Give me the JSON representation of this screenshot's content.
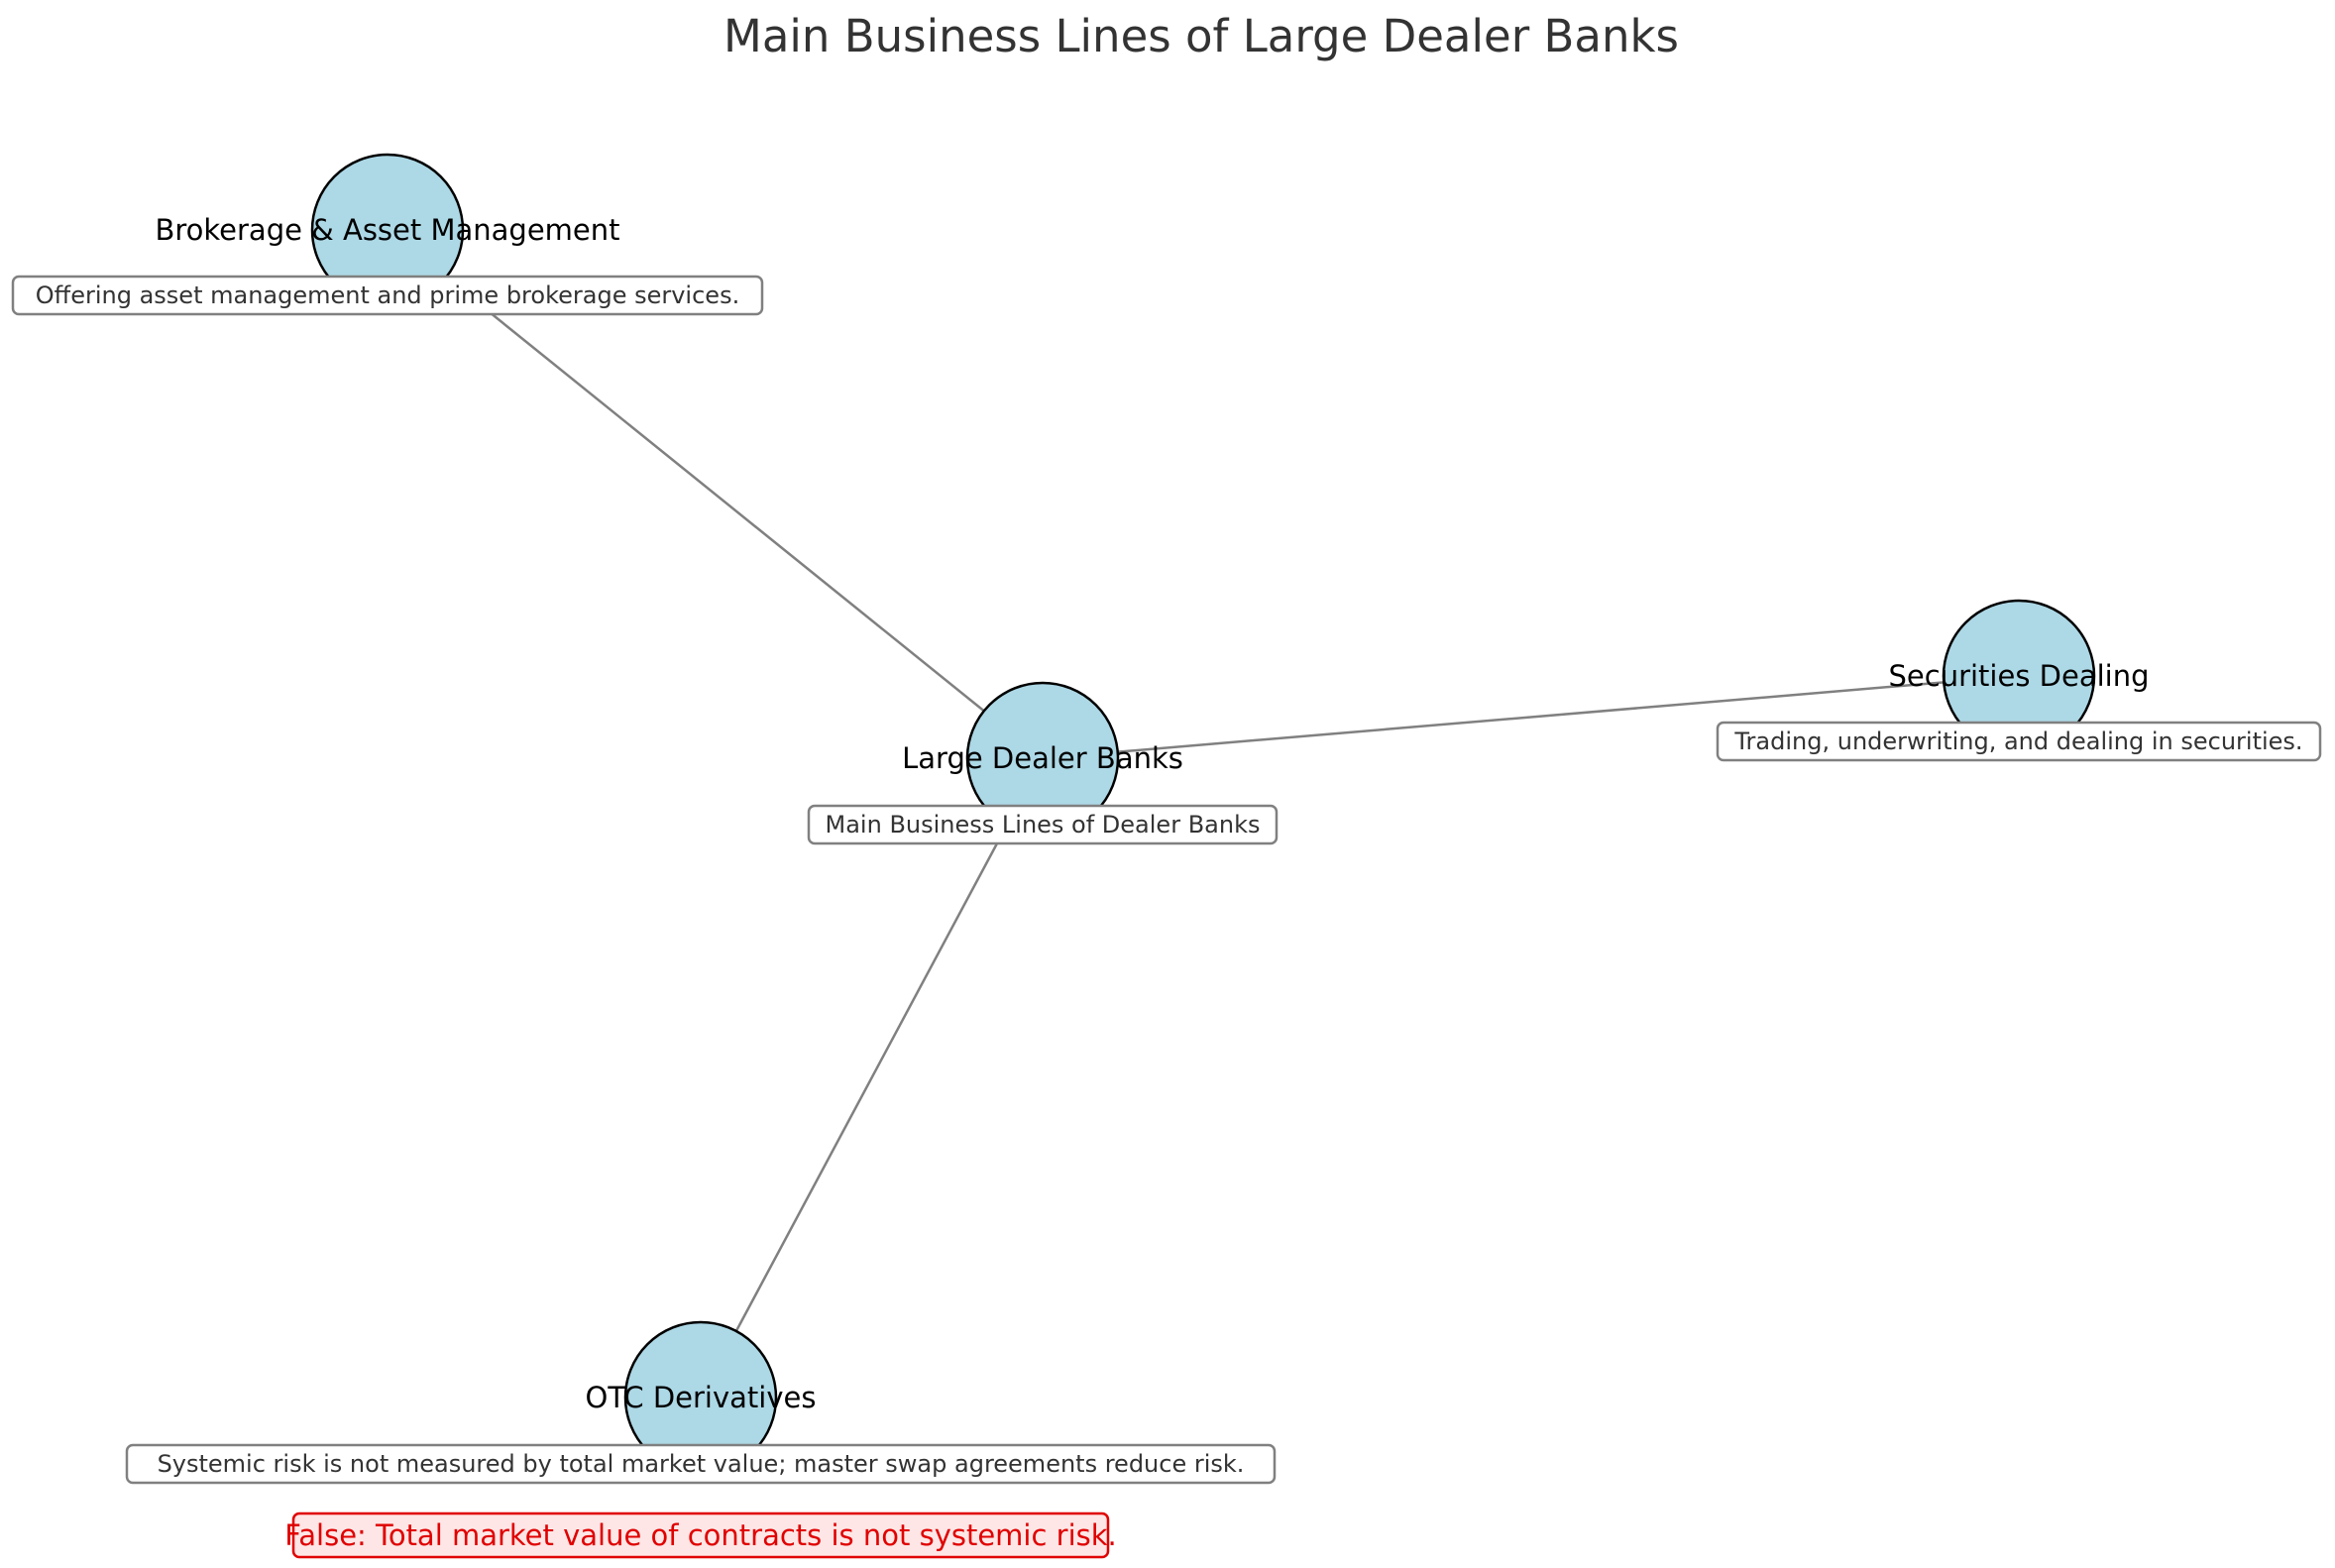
{
  "title": "Main Business Lines of Large Dealer Banks",
  "colors": {
    "node_fill": "#add8e6",
    "node_stroke": "#000000",
    "edge": "#808080",
    "box_stroke": "#808080",
    "note_fill": "#ffe6e6",
    "note_stroke": "#e00000",
    "note_text": "#e00000"
  },
  "nodes": {
    "center": {
      "label": "Large Dealer Banks",
      "description": "Main Business Lines of Dealer Banks"
    },
    "brokerage": {
      "label": "Brokerage & Asset Management",
      "description": "Offering asset management and prime brokerage services."
    },
    "securities": {
      "label": "Securities Dealing",
      "description": "Trading, underwriting, and dealing in securities."
    },
    "otc": {
      "label": "OTC Derivatives",
      "description": "Systemic risk is not measured by total market value; master swap agreements reduce risk."
    }
  },
  "edges": [
    [
      "center",
      "brokerage"
    ],
    [
      "center",
      "securities"
    ],
    [
      "center",
      "otc"
    ]
  ],
  "note": "False: Total market value of contracts is not systemic risk."
}
